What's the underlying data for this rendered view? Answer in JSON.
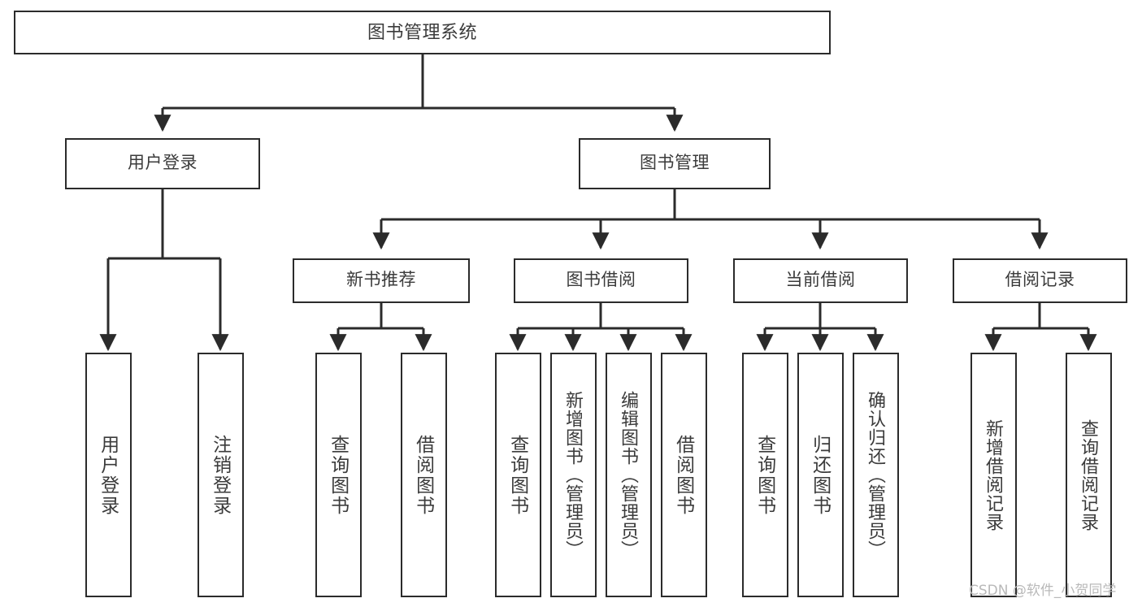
{
  "diagram": {
    "title": "图书管理系统",
    "type": "hierarchy-tree",
    "colors": {
      "box_border": "#2b2b2b",
      "box_fill": "#ffffff",
      "text": "#3b3b3b",
      "line": "#2b2b2b",
      "watermark": "#b9b9b9"
    },
    "levels": [
      {
        "level": 1,
        "nodes": [
          {
            "id": "root",
            "label": "图书管理系统"
          }
        ]
      },
      {
        "level": 2,
        "nodes": [
          {
            "id": "login",
            "label": "用户登录"
          },
          {
            "id": "bookmgmt",
            "label": "图书管理"
          }
        ]
      },
      {
        "level": 3,
        "nodes": [
          {
            "id": "newbook",
            "label": "新书推荐"
          },
          {
            "id": "borrow",
            "label": "图书借阅"
          },
          {
            "id": "current",
            "label": "当前借阅"
          },
          {
            "id": "records",
            "label": "借阅记录"
          }
        ]
      },
      {
        "level": 4,
        "nodes": [
          {
            "id": "leaf-1",
            "label": "用户登录",
            "parent": "login"
          },
          {
            "id": "leaf-2",
            "label": "注销登录",
            "parent": "login"
          },
          {
            "id": "leaf-3",
            "label": "查询图书",
            "parent": "newbook"
          },
          {
            "id": "leaf-4",
            "label": "借阅图书",
            "parent": "newbook"
          },
          {
            "id": "leaf-5",
            "label": "查询图书",
            "parent": "borrow"
          },
          {
            "id": "leaf-6",
            "label": "新增图书（管理员）",
            "parent": "borrow"
          },
          {
            "id": "leaf-7",
            "label": "编辑图书（管理员）",
            "parent": "borrow"
          },
          {
            "id": "leaf-8",
            "label": "借阅图书",
            "parent": "borrow"
          },
          {
            "id": "leaf-9",
            "label": "查询图书",
            "parent": "current"
          },
          {
            "id": "leaf-10",
            "label": "归还图书",
            "parent": "current"
          },
          {
            "id": "leaf-11",
            "label": "确认归还（管理员）",
            "parent": "current"
          },
          {
            "id": "leaf-12",
            "label": "新增借阅记录",
            "parent": "records"
          },
          {
            "id": "leaf-13",
            "label": "查询借阅记录",
            "parent": "records"
          }
        ]
      }
    ]
  },
  "watermark": {
    "text": "CSDN @软件_小贺同学"
  }
}
